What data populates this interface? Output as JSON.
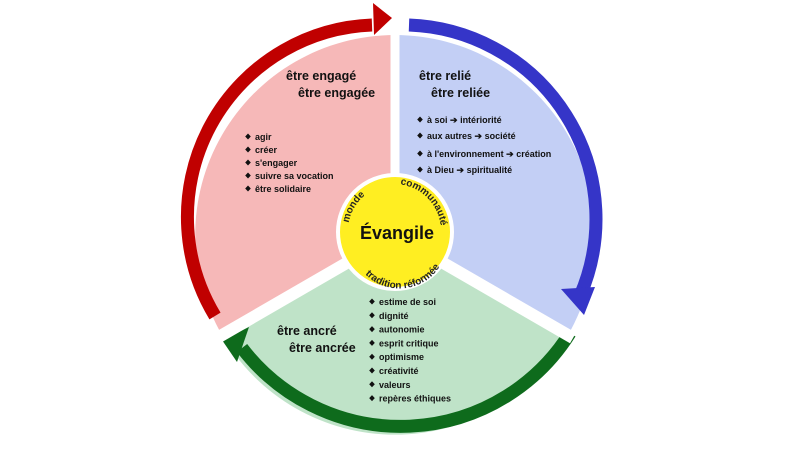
{
  "center": {
    "title": "Évangile",
    "ring_top_left": "monde",
    "ring_top_right": "communauté",
    "ring_bottom": "tradition réformée"
  },
  "sectors": {
    "engage": {
      "title_line1": "être engagé",
      "title_line2": "être engagée",
      "items": [
        "agir",
        "créer",
        "s'engager",
        "suivre sa vocation",
        "être solidaire"
      ],
      "fill": "#f6b8b8",
      "arrow": "#c00000"
    },
    "relie": {
      "title_line1": "être relié",
      "title_line2": "être reliée",
      "items": [
        {
          "from": "à soi",
          "to": "intériorité"
        },
        {
          "from": "aux autres",
          "to": "société"
        },
        {
          "from": "à l'environnement",
          "to": "création"
        },
        {
          "from": "à Dieu",
          "to": "spiritualité"
        }
      ],
      "fill": "#c3cff5",
      "arrow": "#3535c8"
    },
    "ancre": {
      "title_line1": "être ancré",
      "title_line2": "être ancrée",
      "items": [
        "estime de soi",
        "dignité",
        "autonomie",
        "esprit critique",
        "optimisme",
        "créativité",
        "valeurs",
        "repères éthiques"
      ],
      "fill": "#bfe3c8",
      "arrow": "#0e6b1c"
    }
  },
  "center_fill": "#ffee22",
  "bullet_icon": "diamond-bullet-icon",
  "arrow_icon": "right-arrow-icon"
}
